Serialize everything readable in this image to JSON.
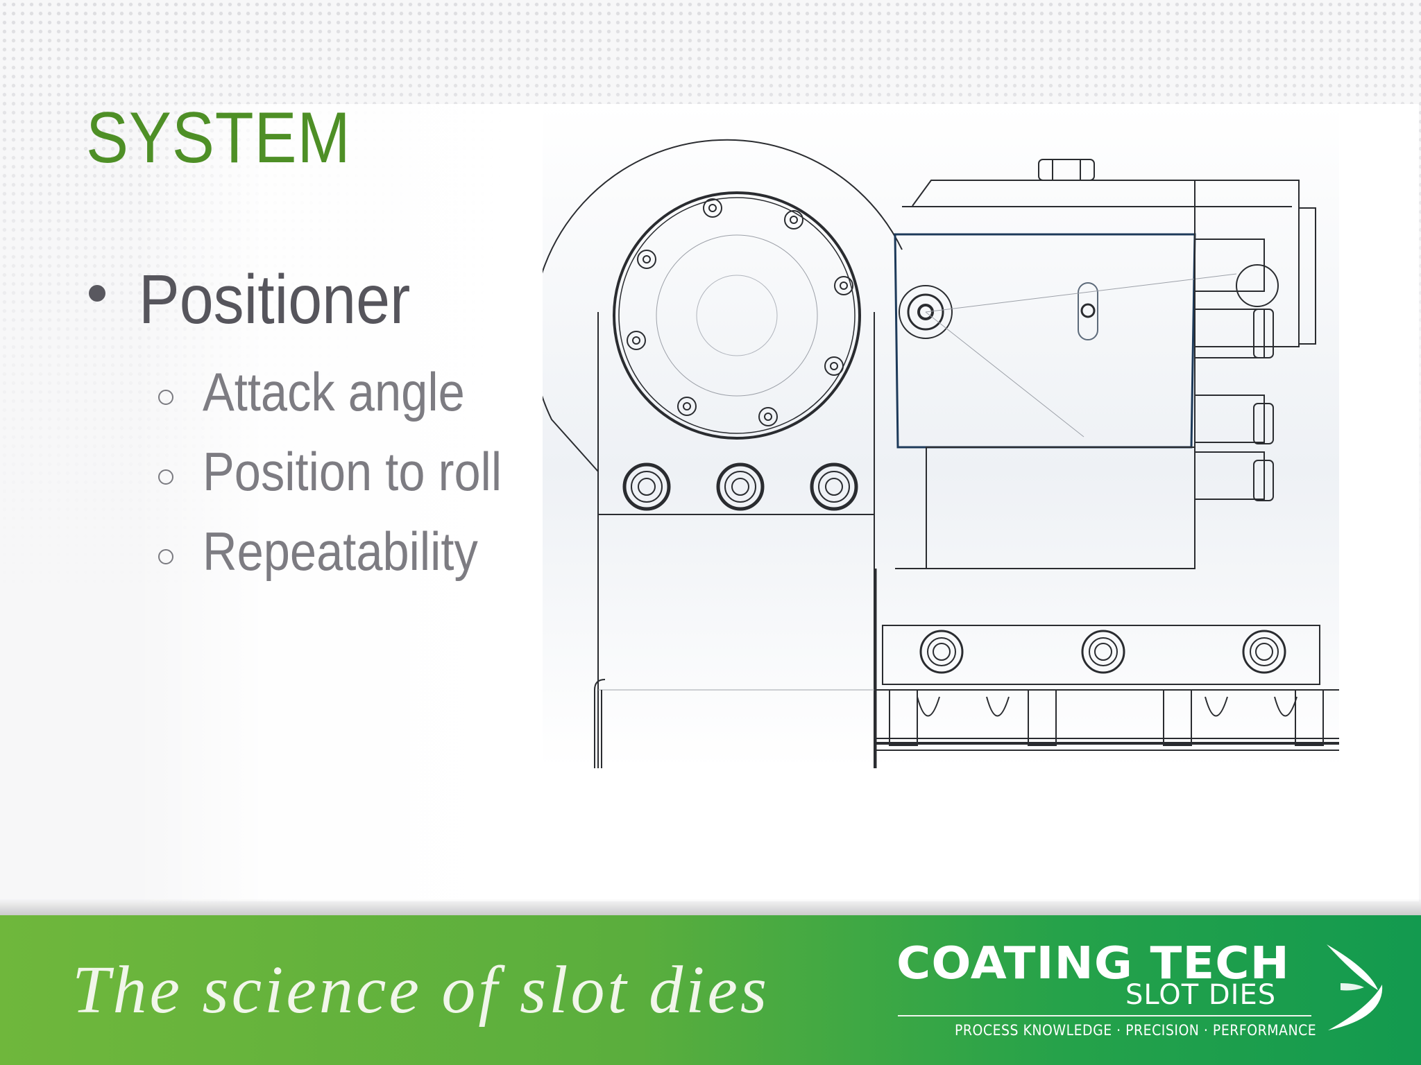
{
  "slide": {
    "title": "SYSTEM",
    "bullet": "Positioner",
    "sub_bullets": [
      "Attack angle",
      "Position to roll",
      "Repeatability"
    ]
  },
  "footer": {
    "tagline": "The science of slot dies",
    "logo_main": "COATING TECH",
    "logo_sub": "SLOT DIES",
    "logo_tagline": "PROCESS KNOWLEDGE · PRECISION · PERFORMANCE"
  },
  "colors": {
    "title": "#4e8f26",
    "footer_start": "#6fb73c",
    "footer_end": "#139a4f"
  },
  "icons": {
    "bullet": "filled-circle-bullet-icon",
    "sub_bullet": "hollow-circle-bullet-icon",
    "logo_mark": "leaf-chevron-logo-icon"
  }
}
